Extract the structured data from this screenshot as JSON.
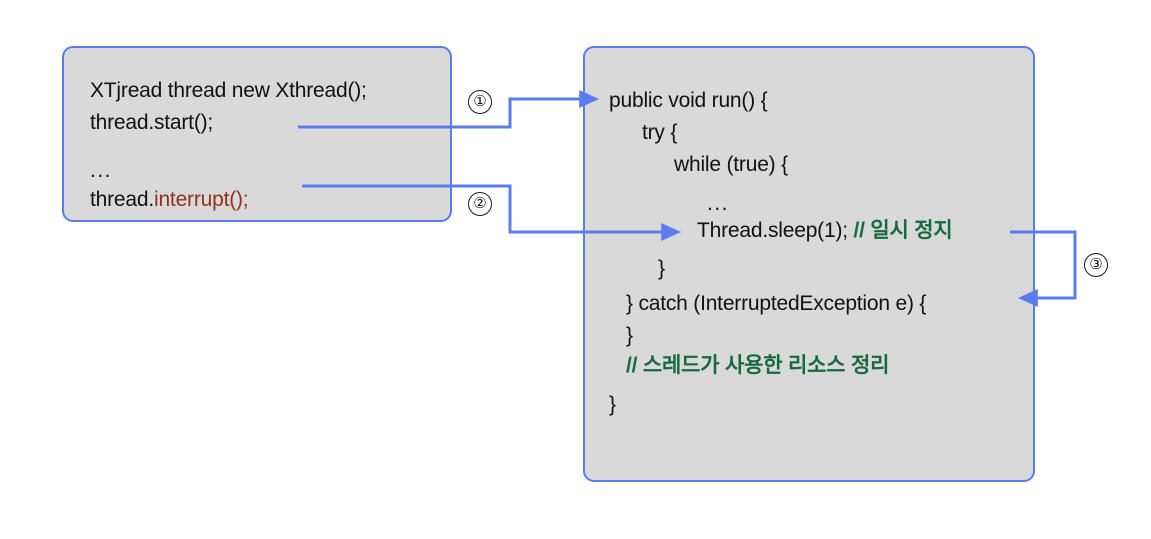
{
  "diagram": {
    "title": "Java thread interrupt flow diagram",
    "background_color": "#ffffff",
    "box_fill": "#d9d9d9",
    "box_border_color": "#5a7ced",
    "arrow_color": "#5a7ced",
    "text_color": "#111111",
    "keyword_red": "#93301b",
    "comment_green": "#17693f"
  },
  "left_box": {
    "name": "caller-code-block",
    "lines": [
      {
        "id": "l1",
        "indent": 0,
        "segments": [
          {
            "text": "XTjread thread new Xthread();",
            "style": "plain"
          }
        ]
      },
      {
        "id": "l2",
        "indent": 0,
        "segments": [
          {
            "text": "thread.start();",
            "style": "plain"
          }
        ]
      },
      {
        "id": "l3",
        "indent": 0,
        "segments": [
          {
            "text": "",
            "style": "plain"
          }
        ]
      },
      {
        "id": "l4",
        "indent": 0,
        "segments": [
          {
            "text": "...",
            "style": "dots"
          }
        ]
      },
      {
        "id": "l5",
        "indent": 0,
        "segments": [
          {
            "text": "thread.",
            "style": "plain"
          },
          {
            "text": "interrupt();",
            "style": "red"
          }
        ]
      }
    ],
    "plain_text": [
      "XTjread thread new Xthread();",
      "thread.start();",
      "",
      "...",
      "thread.interrupt();"
    ]
  },
  "right_box": {
    "name": "thread-run-code-block",
    "lines": [
      {
        "id": "r1",
        "text": "public void run() {",
        "style": "plain"
      },
      {
        "id": "r2",
        "text": "try {",
        "style": "plain"
      },
      {
        "id": "r3",
        "text": "while (true) {",
        "style": "plain"
      },
      {
        "id": "r4",
        "text": "...",
        "style": "dots"
      },
      {
        "id": "r5a",
        "text": "Thread.sleep(1); ",
        "style": "plain"
      },
      {
        "id": "r5b",
        "text": "// 일시 정지",
        "style": "green"
      },
      {
        "id": "r6",
        "text": "}",
        "style": "plain"
      },
      {
        "id": "r7",
        "text": "} catch (InterruptedException e) {",
        "style": "plain"
      },
      {
        "id": "r8",
        "text": "}",
        "style": "plain"
      },
      {
        "id": "r9",
        "text": "// 스레드가 사용한 리소스 정리",
        "style": "green"
      },
      {
        "id": "r10",
        "text": "}",
        "style": "plain"
      }
    ],
    "plain_text": [
      "public void run() {",
      "   try {",
      "      while (true) {",
      "         ...",
      "         Thread.sleep(1); // 일시 정지",
      "      }",
      "   } catch (InterruptedException e) {",
      "   }",
      "   // 스레드가 사용한 리소스 정리",
      "}"
    ]
  },
  "annotations": [
    {
      "id": "one",
      "label": "①",
      "name": "callout-marker-1",
      "from": "thread.start();",
      "to": "public void run() {"
    },
    {
      "id": "two",
      "label": "②",
      "name": "callout-marker-2",
      "from": "thread.interrupt();",
      "to": "Thread.sleep(1);"
    },
    {
      "id": "three",
      "label": "③",
      "name": "callout-marker-3",
      "from": "Thread.sleep(1); // 일시 정지",
      "to": "} catch (InterruptedException e) {"
    }
  ]
}
